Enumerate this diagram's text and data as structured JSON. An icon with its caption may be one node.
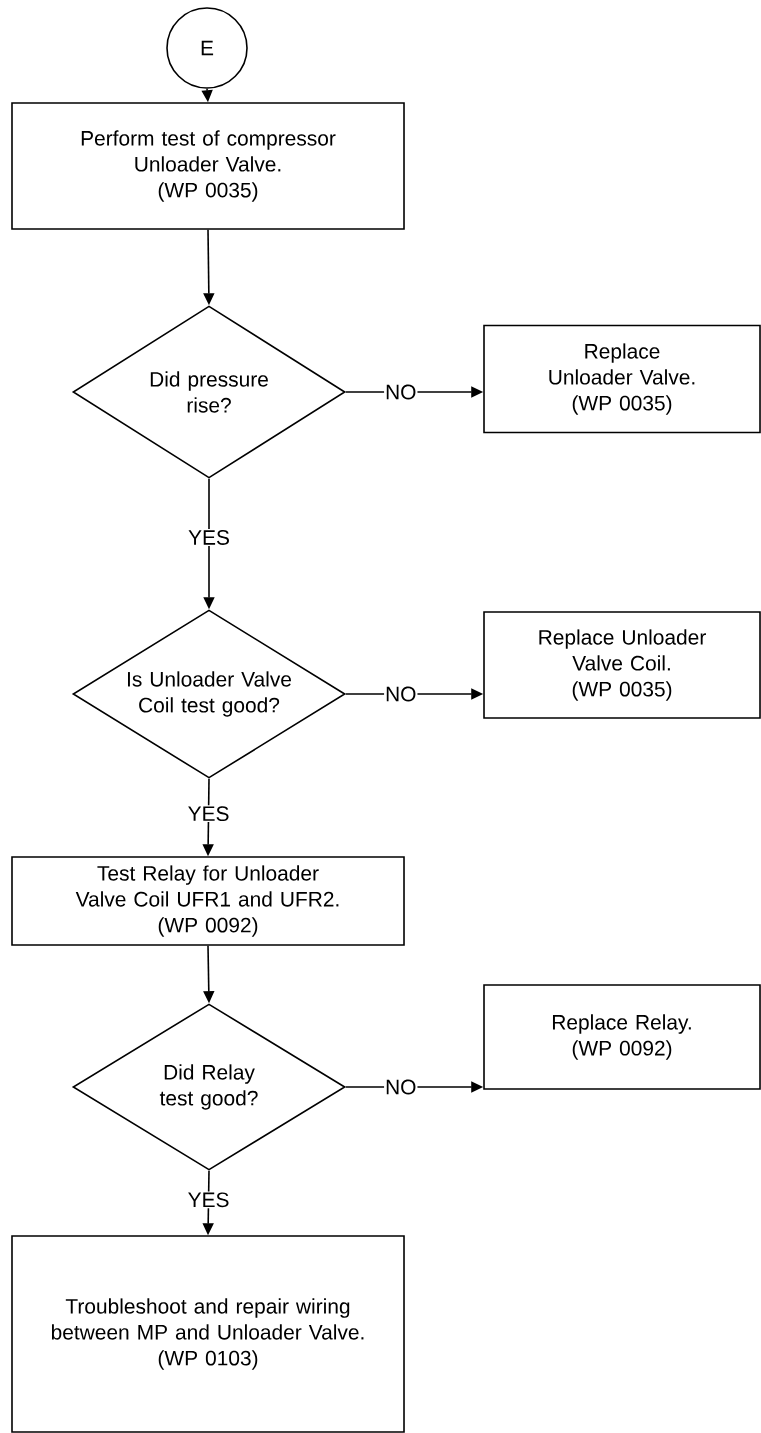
{
  "diagram": {
    "nodes": [
      {
        "text": [
          "E"
        ]
      },
      {
        "text": [
          "Perform test of compressor Unloader Valve.",
          "(WP 0035)"
        ]
      },
      {
        "text": [
          "Did pressure rise?"
        ]
      },
      {
        "text": [
          "Replace Unloader Valve.",
          "(WP 0035)"
        ]
      },
      {
        "text": [
          "Is Unloader Valve Coil test good?"
        ]
      },
      {
        "text": [
          "Replace Unloader Valve Coil.",
          "(WP 0035)"
        ]
      },
      {
        "text": [
          "Test Relay for Unloader Valve Coil UFR1 and UFR2.",
          "(WP 0092)"
        ]
      },
      {
        "text": [
          "Did Relay test good?"
        ]
      },
      {
        "text": [
          "Replace Relay.",
          "(WP 0092)"
        ]
      },
      {
        "text": [
          "Troubleshoot and repair wiring between MP and Unloader Valve.",
          "(WP 0103)"
        ]
      }
    ],
    "edges": [
      {
        "from": 0,
        "to": 1,
        "arrow": "to"
      },
      {
        "from": 1,
        "to": 2,
        "arrow": "to"
      },
      {
        "from": 2,
        "to": 3,
        "arrow": "to",
        "label": "NO"
      },
      {
        "from": 2,
        "to": 4,
        "arrow": "to",
        "label": "YES"
      },
      {
        "from": 4,
        "to": 5,
        "arrow": "to",
        "label": "NO"
      },
      {
        "from": 4,
        "to": 6,
        "arrow": "to",
        "label": "YES"
      },
      {
        "from": 6,
        "to": 7,
        "arrow": "to"
      },
      {
        "from": 7,
        "to": 8,
        "arrow": "to",
        "label": "NO"
      },
      {
        "from": 7,
        "to": 9,
        "arrow": "to",
        "label": "YES"
      }
    ]
  }
}
